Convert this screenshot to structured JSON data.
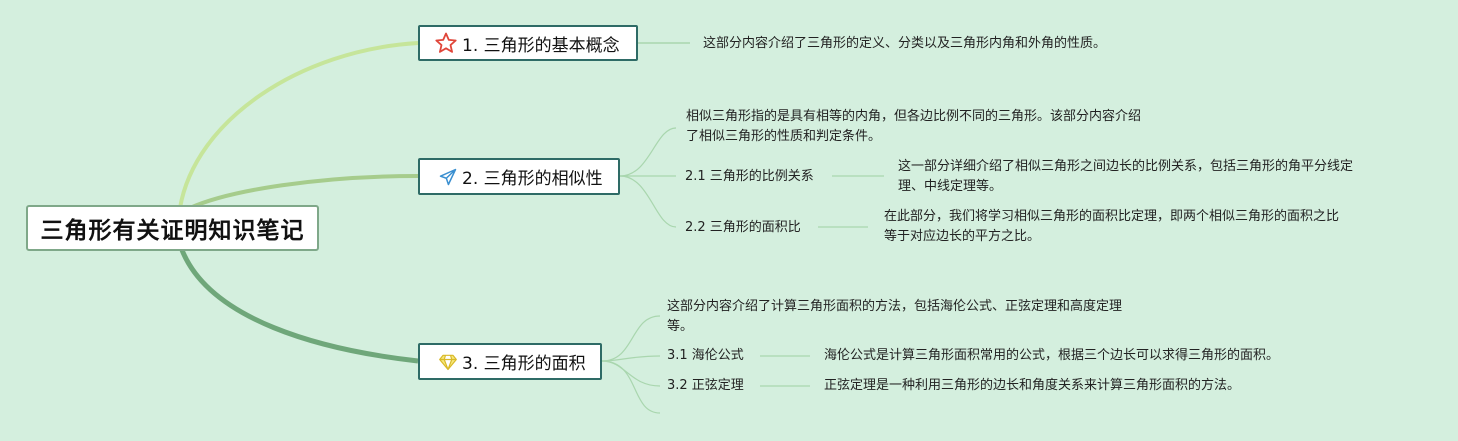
{
  "root": {
    "title": "三角形有关证明知识笔记"
  },
  "topics": [
    {
      "label": "1. 三角形的基本概念",
      "icon": "star-icon",
      "note": "这部分内容介绍了三角形的定义、分类以及三角形内角和外角的性质。"
    },
    {
      "label": "2. 三角形的相似性",
      "icon": "paper-plane-icon",
      "note_line1": "相似三角形指的是具有相等的内角，但各边比例不同的三角形。该部分内容介绍",
      "note_line2": "了相似三角形的性质和判定条件。",
      "subs": [
        {
          "label": "2.1 三角形的比例关系",
          "desc_line1": "这一部分详细介绍了相似三角形之间边长的比例关系，包括三角形的角平分线定",
          "desc_line2": "理、中线定理等。"
        },
        {
          "label": "2.2 三角形的面积比",
          "desc_line1": "在此部分，我们将学习相似三角形的面积比定理，即两个相似三角形的面积之比",
          "desc_line2": "等于对应边长的平方之比。"
        }
      ]
    },
    {
      "label": "3. 三角形的面积",
      "icon": "diamond-icon",
      "note_line1": "这部分内容介绍了计算三角形面积的方法，包括海伦公式、正弦定理和高度定理",
      "note_line2": "等。",
      "subs": [
        {
          "label": "3.1 海伦公式",
          "desc": "海伦公式是计算三角形面积常用的公式，根据三个边长可以求得三角形的面积。"
        },
        {
          "label": "3.2 正弦定理",
          "desc": "正弦定理是一种利用三角形的边长和角度关系来计算三角形面积的方法。"
        }
      ]
    }
  ],
  "colors": {
    "background": "#d4efde",
    "branch1": "#c6e59a",
    "branch2": "#a6cc8c",
    "branch3": "#6fa77a",
    "thin_line": "#a9d6ae",
    "topic_border": "#2e6b66",
    "star": "#e0463a",
    "plane": "#3a8fd0",
    "diamond": "#f2d640"
  }
}
